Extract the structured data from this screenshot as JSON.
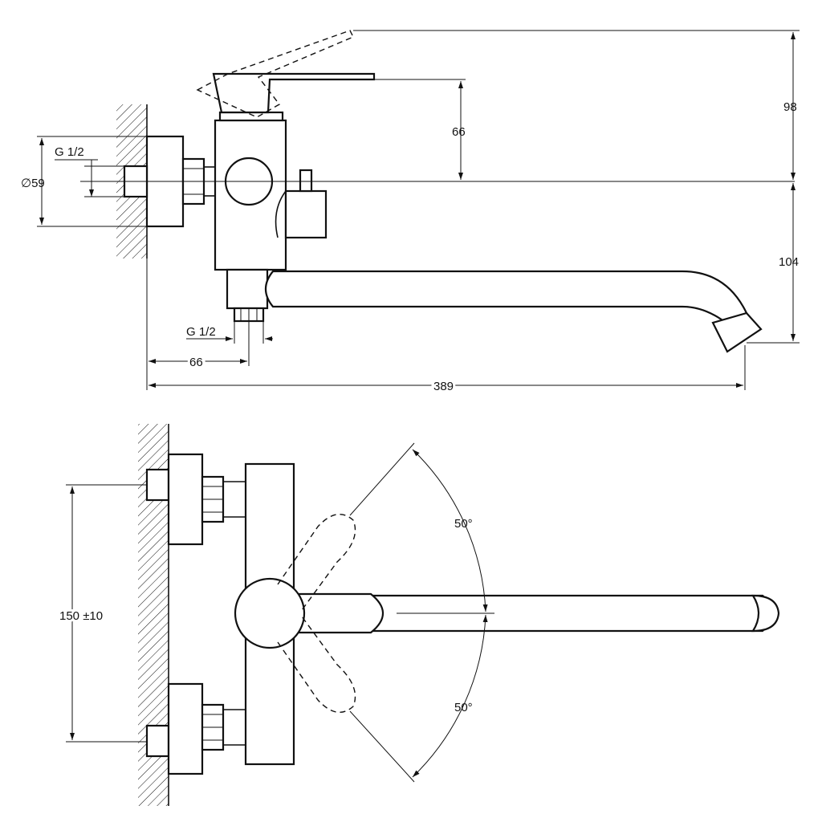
{
  "side_view": {
    "dim_thread_top": "G 1/2",
    "dim_diameter": "∅59",
    "dim_handle_height": "66",
    "dim_lever_top": "98",
    "dim_spout_height": "104",
    "dim_thread_bottom": "G 1/2",
    "dim_outlet_offset": "66",
    "dim_total_length": "389"
  },
  "top_view": {
    "dim_center_distance": "150 ±10",
    "angle_upper": "50°",
    "angle_lower": "50°"
  }
}
